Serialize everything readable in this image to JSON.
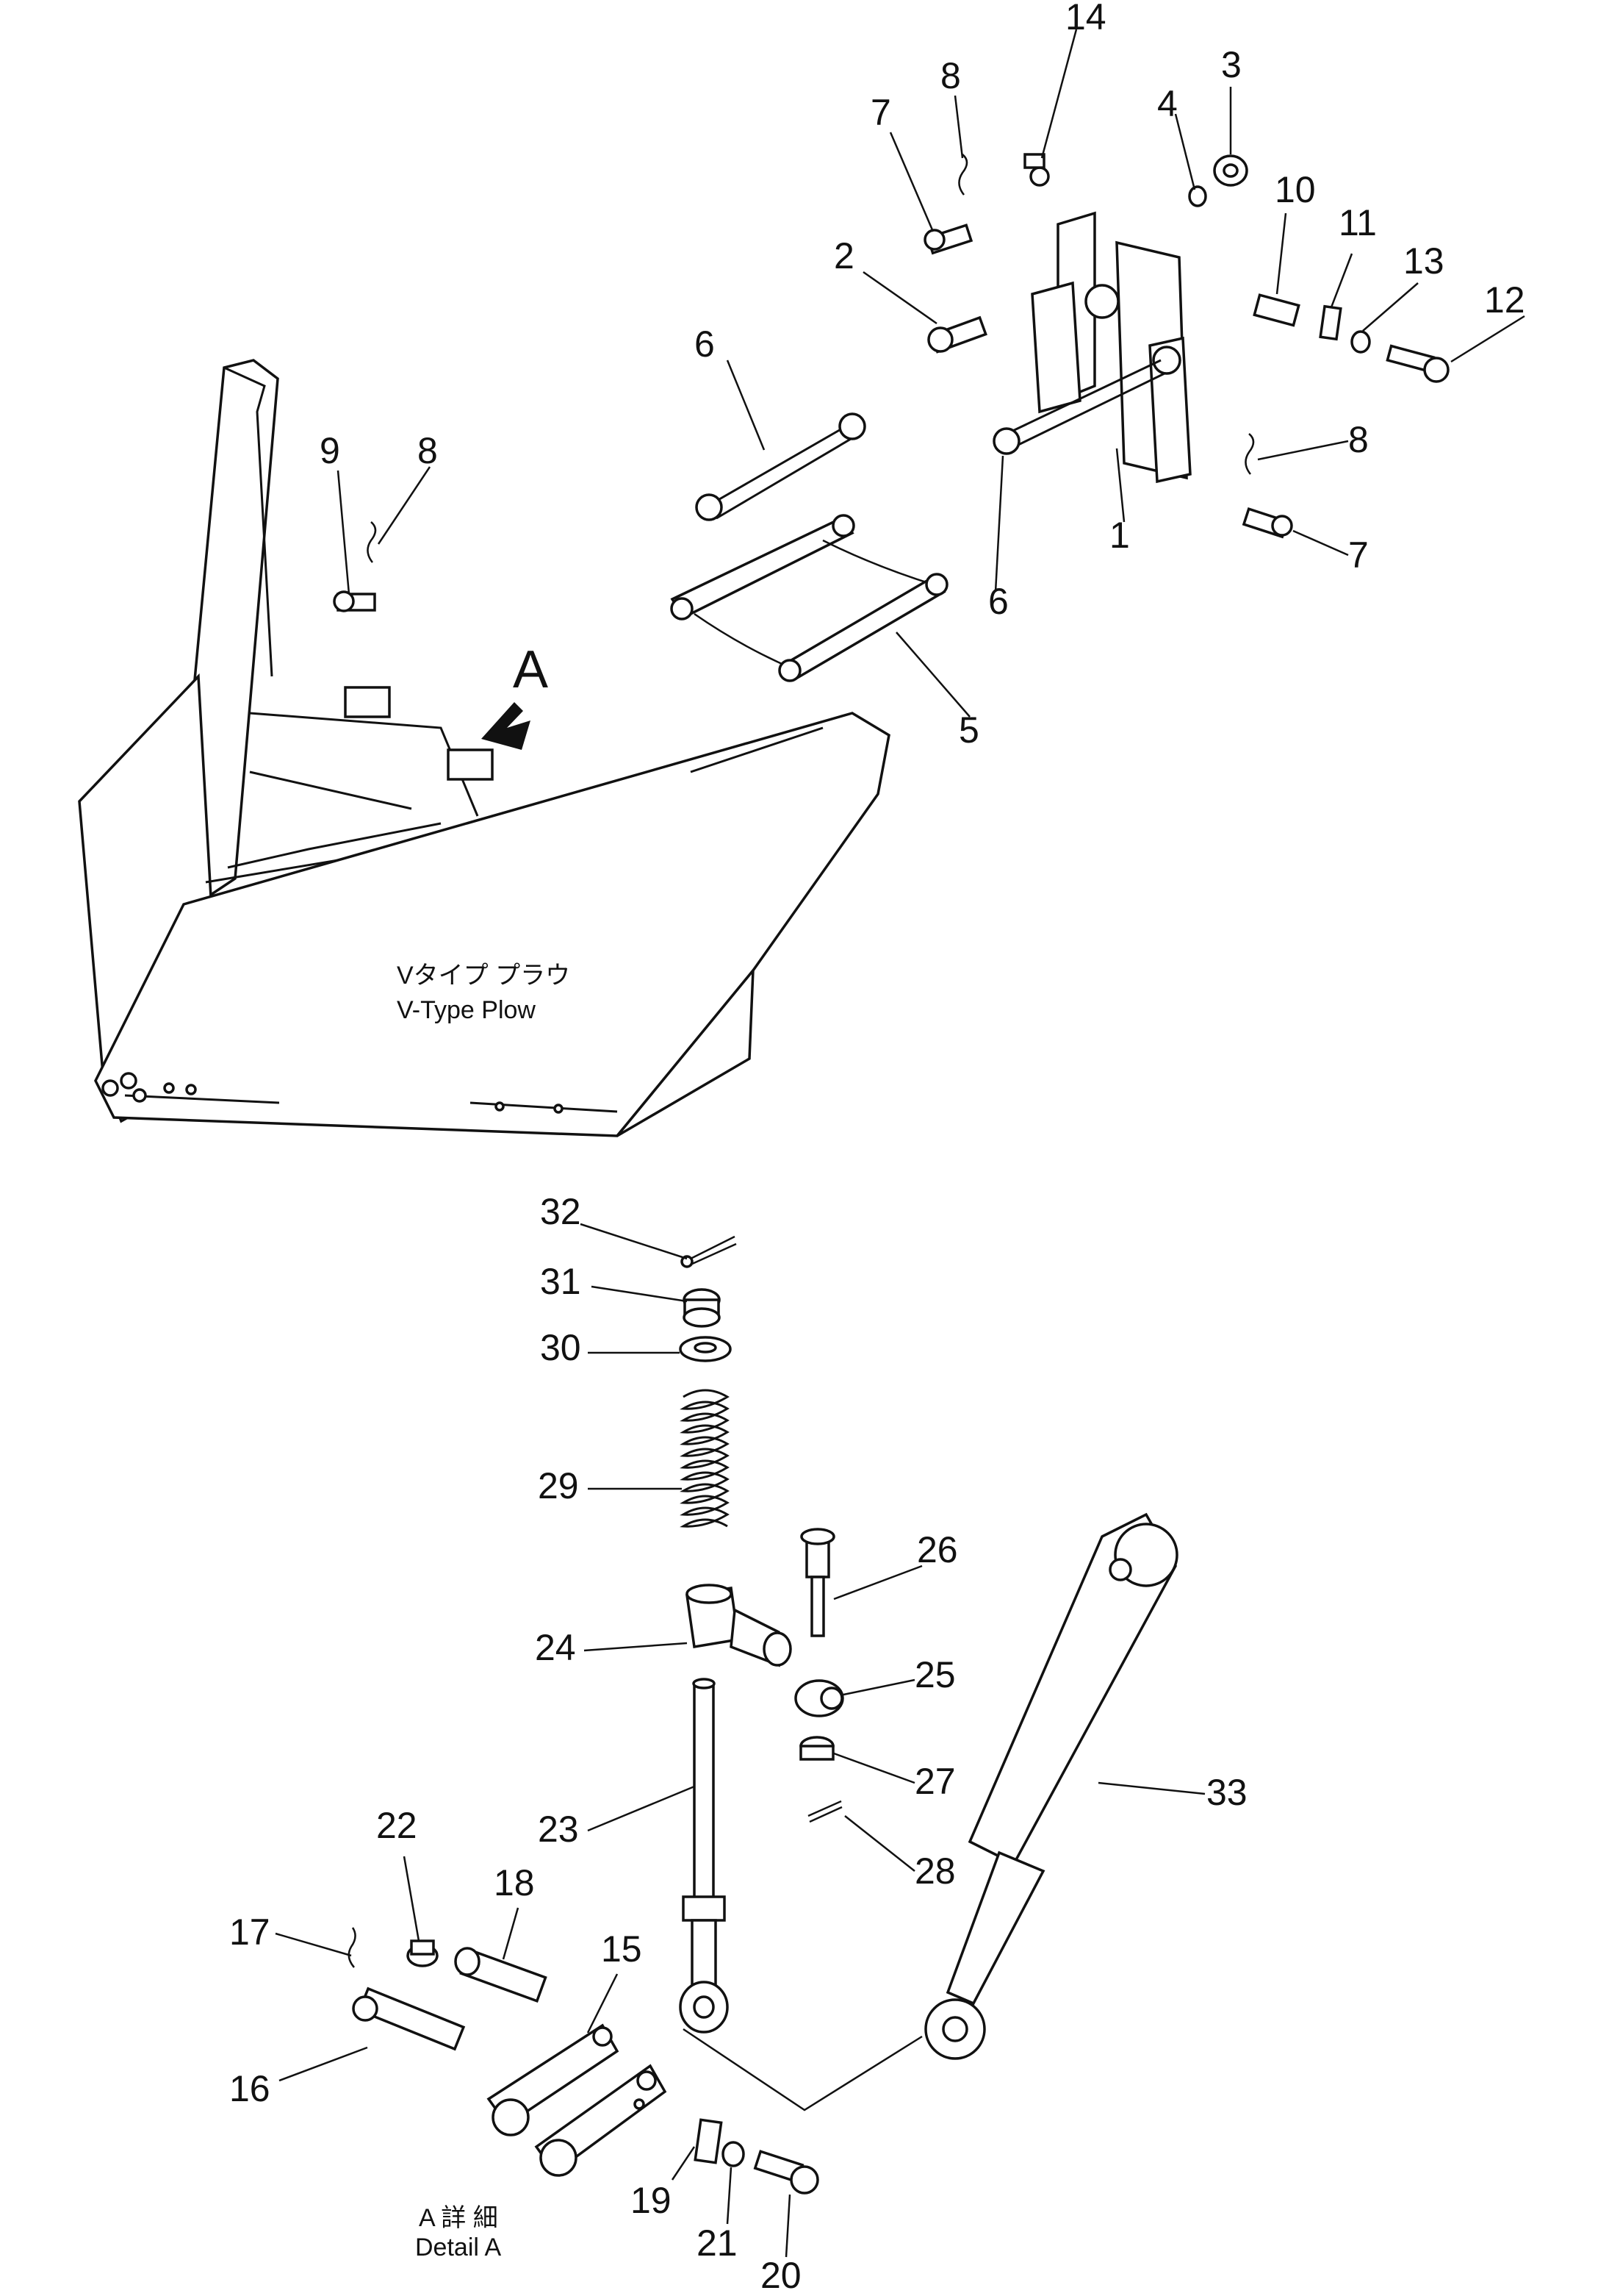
{
  "parts": {
    "p1": "1",
    "p2": "2",
    "p3": "3",
    "p4": "4",
    "p5": "5",
    "p6a": "6",
    "p6b": "6",
    "p7a": "7",
    "p7b": "7",
    "p8a": "8",
    "p8b": "8",
    "p8c": "8",
    "p9": "9",
    "p10": "10",
    "p11": "11",
    "p12": "12",
    "p13": "13",
    "p14": "14",
    "p15": "15",
    "p16": "16",
    "p17": "17",
    "p18": "18",
    "p19": "19",
    "p20": "20",
    "p21": "21",
    "p22": "22",
    "p23": "23",
    "p24": "24",
    "p25": "25",
    "p26": "26",
    "p27": "27",
    "p28": "28",
    "p29": "29",
    "p30": "30",
    "p31": "31",
    "p32": "32",
    "p33": "33"
  },
  "view_marker": "A",
  "plow_caption_jp": "Vタイプ プラウ",
  "plow_caption_en": "V-Type Plow",
  "detail_caption_jp": "A 詳 細",
  "detail_caption_en": "Detail A"
}
